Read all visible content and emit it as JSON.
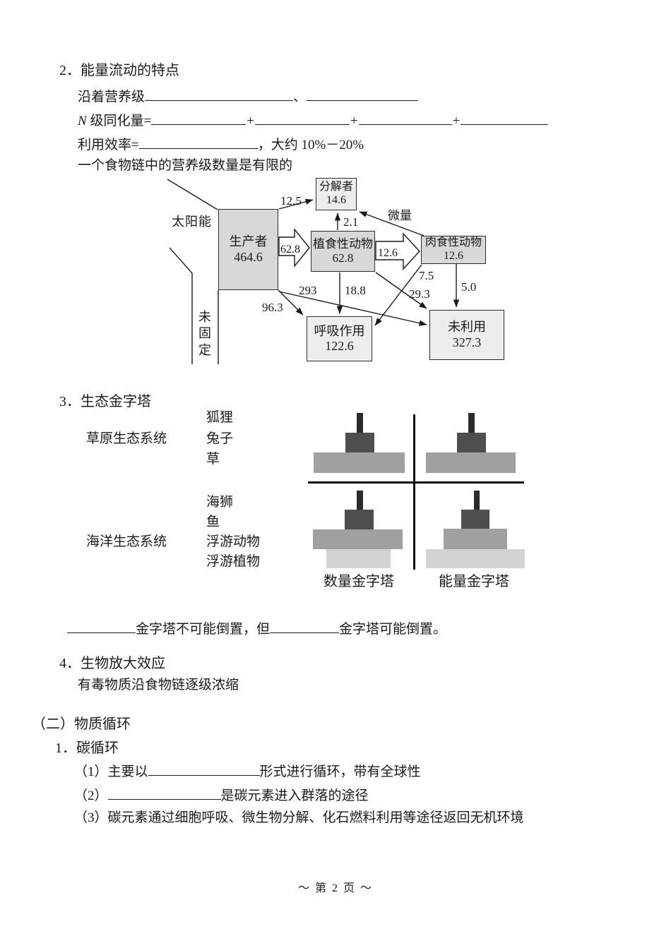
{
  "page": {
    "footer": "～ 第 2 页 ～"
  },
  "colors": {
    "box_fill_dark": "#d8d8d8",
    "box_fill_light": "#ededed",
    "pyramid_level1": "#2b2b2b",
    "pyramid_level2": "#4e4e4e",
    "pyramid_level3": "#a0a0a0",
    "pyramid_level4": "#d3d3d3"
  },
  "section2": {
    "heading": "2．能量流动的特点",
    "flow_line": {
      "prefix": "沿着营养级",
      "separator": "、"
    },
    "assimilation_line": {
      "n": "N",
      "label": " 级同化量=",
      "plus": "+"
    },
    "efficiency_line": {
      "prefix": "利用效率=",
      "suffix": "，大约 10%－20%"
    },
    "note": "一个食物链中的营养级数量是有限的"
  },
  "energy_diagram": {
    "sun_label": "太阳能",
    "unfixed_label": "未固定",
    "boxes": {
      "decomposer": {
        "name": "分解者",
        "value": "14.6"
      },
      "producer": {
        "name": "生产者",
        "value": "464.6"
      },
      "herbivore": {
        "name": "植食性动物",
        "value": "62.8"
      },
      "carnivore": {
        "name": "肉食性动物",
        "value": "12.6"
      },
      "respiration": {
        "name": "呼吸作用",
        "value": "122.6"
      },
      "unused": {
        "name": "未利用",
        "value": "327.3"
      }
    },
    "flows": {
      "producer_to_decomposer": "12.5",
      "herbivore_to_decomposer": "2.1",
      "carnivore_to_decomposer": "微量",
      "producer_to_herbivore": "62.8",
      "herbivore_to_carnivore": "12.6",
      "producer_to_respiration": "96.3",
      "producer_to_unused": "293",
      "herbivore_to_respiration": "18.8",
      "herbivore_to_unused": "29.3",
      "carnivore_to_respiration": "7.5",
      "carnivore_to_unused": "5.0"
    }
  },
  "section3": {
    "heading": "3．生态金字塔",
    "grassland": {
      "label": "草原生态系统",
      "levels": [
        "狐狸",
        "兔子",
        "草"
      ]
    },
    "marine": {
      "label": "海洋生态系统",
      "levels": [
        "海狮",
        "鱼",
        "浮游动物",
        "浮游植物"
      ]
    },
    "pyramid_captions": [
      "数量金字塔",
      "能量金字塔"
    ],
    "conclusion": {
      "part1": "金字塔不可能倒置，但",
      "part2": "金字塔可能倒置。"
    }
  },
  "section4": {
    "heading": "4．生物放大效应",
    "body": "有毒物质沿食物链逐级浓缩"
  },
  "part2": {
    "heading": "（二）物质循环",
    "carbon": {
      "heading": "1．碳循环",
      "item1_prefix": "（1）主要以",
      "item1_suffix": "形式进行循环，带有全球性",
      "item2_prefix": "（2）",
      "item2_suffix": "是碳元素进入群落的途径",
      "item3": "（3）碳元素通过细胞呼吸、微生物分解、化石燃料利用等途径返回无机环境"
    }
  }
}
